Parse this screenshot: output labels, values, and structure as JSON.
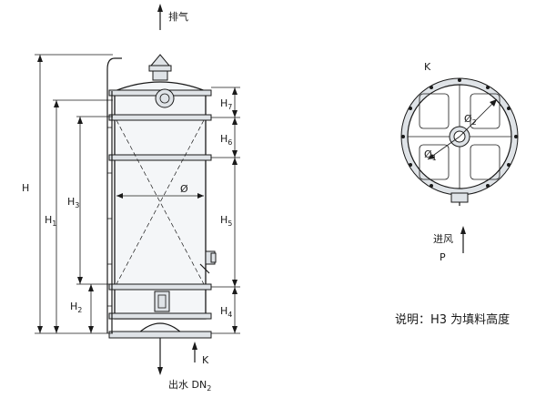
{
  "labels": {
    "exhaust": "排气",
    "water_out": "出水 DN",
    "water_out_sub": "2",
    "air_in": "进风",
    "view_letter_p": "P",
    "view_letter_k_section": "K",
    "view_letter_k_bottom": "K",
    "note": "说明：H3 为填料高度"
  },
  "dimensions": {
    "H": "H",
    "H1": "H",
    "H1_sub": "1",
    "H2": "H",
    "H2_sub": "2",
    "H3": "H",
    "H3_sub": "3",
    "H4": "H",
    "H4_sub": "4",
    "H5": "H",
    "H5_sub": "5",
    "H6": "H",
    "H6_sub": "6",
    "H7": "H",
    "H7_sub": "7",
    "dia": "Ø",
    "dia1": "Ø",
    "dia1_sub": "1",
    "dia2": "Ø",
    "dia2_sub": "2"
  }
}
